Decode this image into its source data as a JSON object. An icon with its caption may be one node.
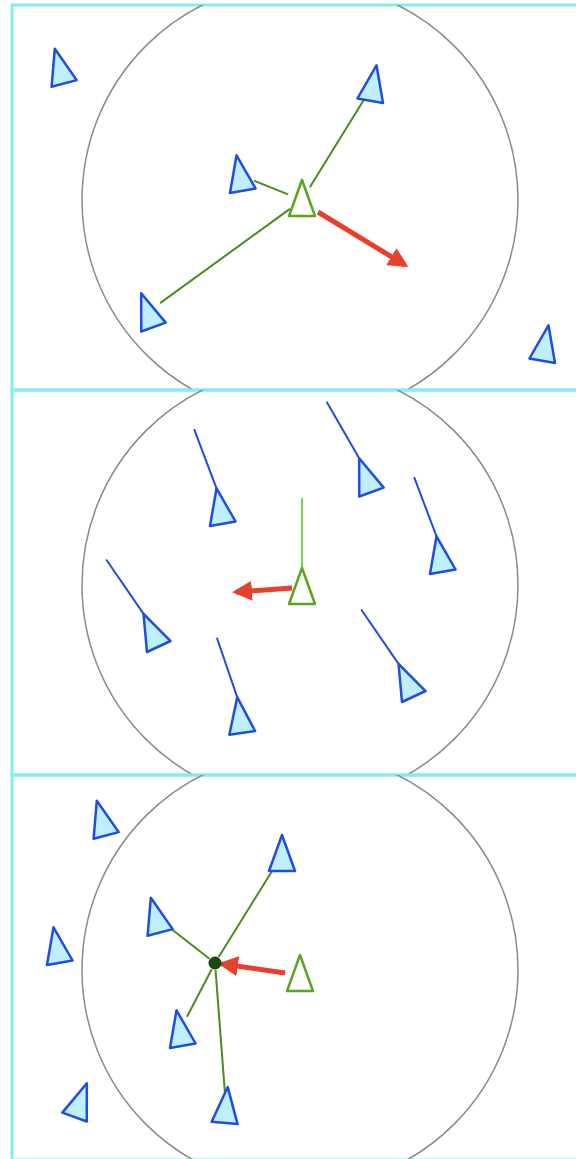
{
  "diagram": {
    "nodes": [
      {
        "text": [],
        "shape": "triangle"
      },
      {
        "text": [],
        "shape": "triangle"
      },
      {
        "text": [],
        "shape": "triangle"
      },
      {
        "text": [],
        "shape": "triangle"
      },
      {
        "text": [],
        "shape": "triangle"
      },
      {
        "text": [],
        "shape": "triangle"
      },
      {
        "text": [],
        "shape": "triangle"
      },
      {
        "text": [],
        "shape": "triangle"
      },
      {
        "text": [],
        "shape": "triangle"
      },
      {
        "text": [],
        "shape": "triangle"
      },
      {
        "text": [],
        "shape": "triangle"
      },
      {
        "text": [],
        "shape": "triangle"
      },
      {
        "text": [],
        "shape": "triangle"
      },
      {
        "text": [],
        "shape": "triangle"
      },
      {
        "text": [],
        "shape": "triangle"
      },
      {
        "text": [],
        "shape": "triangle"
      },
      {
        "text": [],
        "shape": "triangle"
      },
      {
        "text": [],
        "shape": "circle"
      },
      {
        "text": [],
        "shape": "triangle"
      },
      {
        "text": [],
        "shape": "triangle"
      },
      {
        "text": [],
        "shape": "triangle"
      },
      {
        "text": [],
        "shape": "triangle"
      }
    ],
    "edges": [
      {
        "from": 3,
        "to": 1,
        "arrow": "none"
      },
      {
        "from": 3,
        "to": 2,
        "arrow": "none"
      },
      {
        "from": 3,
        "to": 4,
        "arrow": "none"
      },
      {
        "from": 17,
        "to": 14,
        "arrow": "none"
      },
      {
        "from": 17,
        "to": 15,
        "arrow": "none"
      },
      {
        "from": 17,
        "to": 19,
        "arrow": "none"
      },
      {
        "from": 17,
        "to": 21,
        "arrow": "none"
      },
      {
        "from": 18,
        "to": 17,
        "arrow": "to",
        "style": "thick",
        "color": "#e8402a"
      }
    ]
  }
}
